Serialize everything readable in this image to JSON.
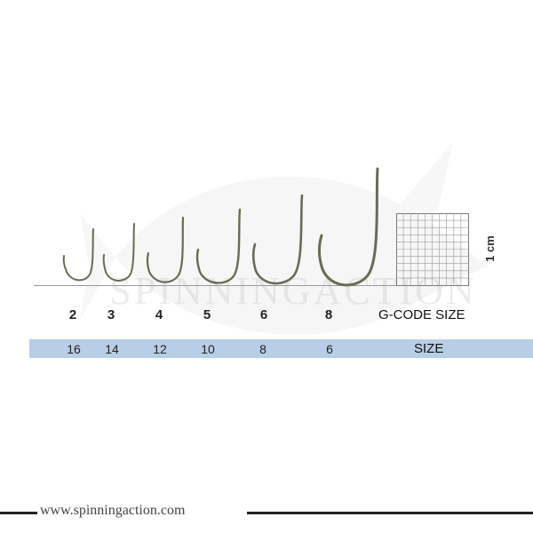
{
  "watermark": {
    "text": "SPINNINGACTION"
  },
  "gauge": {
    "unit_label": "1 cm"
  },
  "gcode": {
    "title": "G-CODE SIZE",
    "values": [
      "2",
      "3",
      "4",
      "5",
      "6",
      "8"
    ]
  },
  "size": {
    "title": "SIZE",
    "values": [
      "16",
      "14",
      "12",
      "10",
      "8",
      "6"
    ]
  },
  "footer": {
    "url": "www.spinningaction.com"
  },
  "colors": {
    "band": "#b8cde6",
    "hook": "#6b6a55",
    "grid": "#7a7a7a"
  }
}
